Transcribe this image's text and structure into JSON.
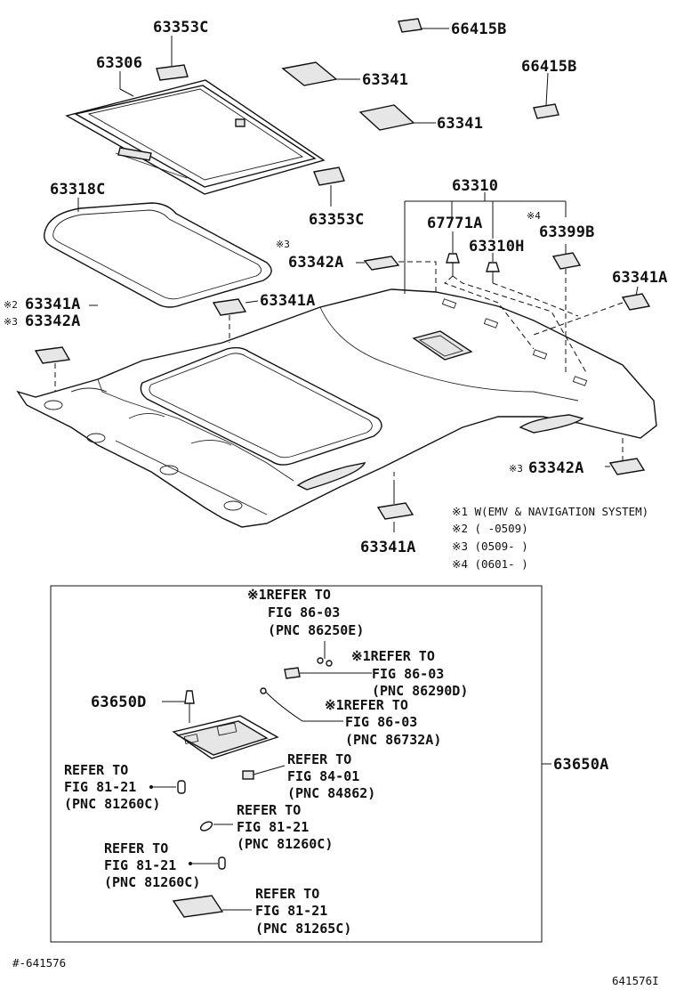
{
  "labels": {
    "p63353C_top": "63353C",
    "p66415B_a": "66415B",
    "p63306": "63306",
    "p63341_a": "63341",
    "p66415B_b": "66415B",
    "p63341_b": "63341",
    "p63318C": "63318C",
    "p63353C_bottom": "63353C",
    "p63310": "63310",
    "p67771A": "67771A",
    "p63399B": "63399B",
    "p63310H": "63310H",
    "p63342A_mid": "63342A",
    "p63341A_mid": "63341A",
    "p63341A_right": "63341A",
    "p63341A_left": "63341A",
    "p63342A_left": "63342A",
    "p63342A_right": "63342A",
    "p63341A_bottom": "63341A",
    "p63650D": "63650D",
    "p63650A": "63650A"
  },
  "marks": {
    "m3_63342A": "※3",
    "m4_63399B": "※4",
    "m2_63341A": "※2",
    "m3_63342A_left": "※3",
    "m3_63342A_right": "※3"
  },
  "notes": [
    "※1 W(EMV & NAVIGATION SYSTEM)",
    "※2 (    -0509)",
    "※3 (0509-    )",
    "※4 (0601-    )"
  ],
  "refs": {
    "r1": [
      "※1REFER TO",
      "FIG 86-03",
      "(PNC 86250E)"
    ],
    "r2": [
      "※1REFER TO",
      "FIG 86-03",
      "(PNC 86290D)"
    ],
    "r3": [
      "※1REFER TO",
      "FIG 86-03",
      "(PNC 86732A)"
    ],
    "r4": [
      "REFER TO",
      "FIG 84-01",
      "(PNC 84862)"
    ],
    "r5": [
      "REFER TO",
      "FIG 81-21",
      "(PNC 81260C)"
    ],
    "r6": [
      "REFER TO",
      "FIG 81-21",
      "(PNC 81260C)"
    ],
    "r7": [
      "REFER TO",
      "FIG 81-21",
      "(PNC 81260C)"
    ],
    "r8": [
      "REFER TO",
      "FIG 81-21",
      "(PNC 81265C)"
    ]
  },
  "footer": {
    "left_id": "#-641576",
    "right_id": "641576I"
  }
}
